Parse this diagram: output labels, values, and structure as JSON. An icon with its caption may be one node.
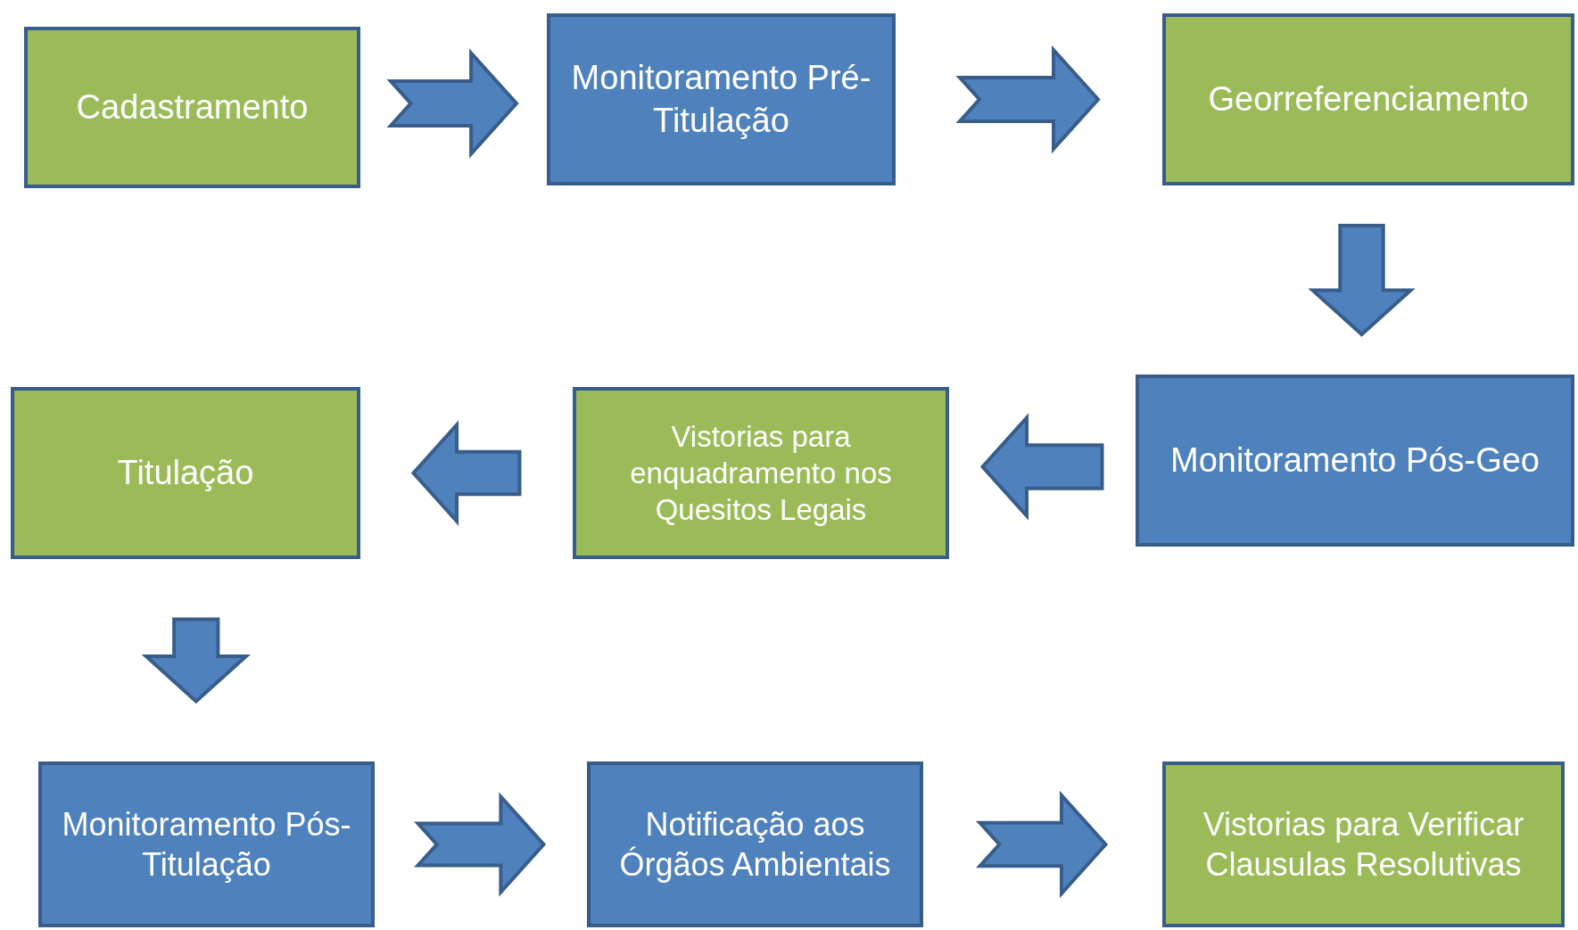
{
  "diagram": {
    "nodes": [
      {
        "text": [
          "Cadastramento"
        ]
      },
      {
        "text": [
          "Monitoramento Pré-Titulação"
        ]
      },
      {
        "text": [
          "Georreferenciamento"
        ]
      },
      {
        "text": [
          "Monitoramento Pós-Geo"
        ]
      },
      {
        "text": [
          "Vistorias para enquadramento nos Quesitos Legais"
        ]
      },
      {
        "text": [
          "Titulação"
        ]
      },
      {
        "text": [
          "Monitoramento Pós-Titulação"
        ]
      },
      {
        "text": [
          "Notificação aos Órgãos Ambientais"
        ]
      },
      {
        "text": [
          "Vistorias para Verificar Clausulas Resolutivas"
        ]
      }
    ],
    "edges": [
      {
        "from": 0,
        "to": 1,
        "arrow": "to"
      },
      {
        "from": 1,
        "to": 2,
        "arrow": "to"
      },
      {
        "from": 2,
        "to": 3,
        "arrow": "to"
      },
      {
        "from": 3,
        "to": 4,
        "arrow": "to"
      },
      {
        "from": 4,
        "to": 5,
        "arrow": "to"
      },
      {
        "from": 5,
        "to": 6,
        "arrow": "to"
      },
      {
        "from": 6,
        "to": 7,
        "arrow": "to"
      },
      {
        "from": 7,
        "to": 8,
        "arrow": "to"
      }
    ]
  }
}
